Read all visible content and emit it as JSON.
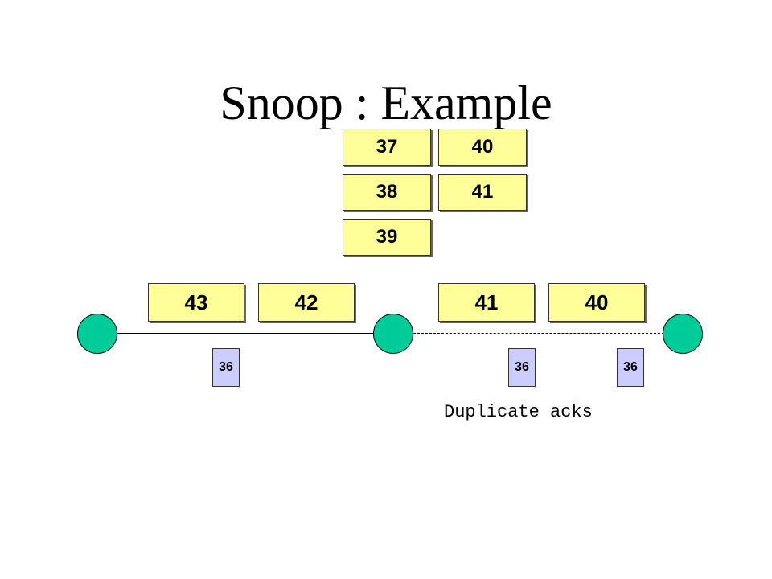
{
  "title": "Snoop : Example",
  "colors": {
    "packet_fill": "#ffff99",
    "ack_fill": "#ccccff",
    "node_fill": "#00cc99"
  },
  "buffer": [
    "37",
    "38",
    "39",
    "40",
    "41"
  ],
  "packets_in_flight": [
    "43",
    "42",
    "41",
    "40"
  ],
  "acks": [
    "36",
    "36",
    "36"
  ],
  "links": {
    "sender_to_bs": "solid",
    "bs_to_receiver": "dashed"
  },
  "caption": "Duplicate acks"
}
